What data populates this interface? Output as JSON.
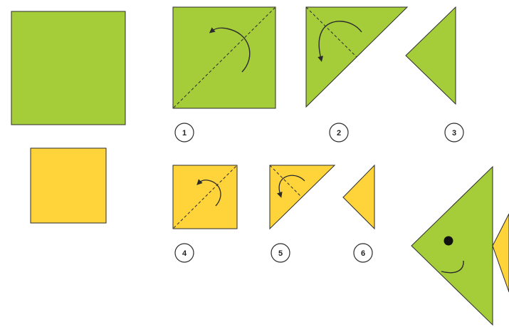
{
  "colors": {
    "green": "#a5cd3a",
    "yellow": "#ffd43a",
    "outline": "#2b2b2b",
    "eye": "#111111"
  },
  "steps": [
    {
      "number": "1"
    },
    {
      "number": "2"
    },
    {
      "number": "3"
    },
    {
      "number": "4"
    },
    {
      "number": "5"
    },
    {
      "number": "6"
    }
  ]
}
